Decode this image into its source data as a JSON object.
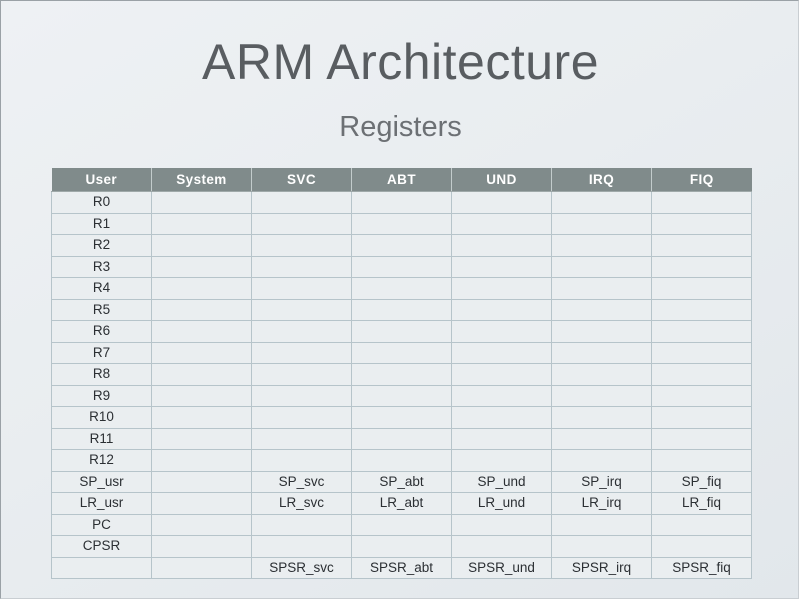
{
  "slide": {
    "title": "ARM Architecture",
    "subtitle": "Registers",
    "background_color": "#e9edf0",
    "title_color": "#595d61",
    "subtitle_color": "#6c7074"
  },
  "table": {
    "header_background": "#808b8b",
    "header_text_color": "#ffffff",
    "cell_background": "#eaeef0",
    "gridline_color": "#b6c4ca",
    "columns": [
      "User",
      "System",
      "SVC",
      "ABT",
      "UND",
      "IRQ",
      "FIQ"
    ],
    "rows": [
      [
        "R0",
        "",
        "",
        "",
        "",
        "",
        ""
      ],
      [
        "R1",
        "",
        "",
        "",
        "",
        "",
        ""
      ],
      [
        "R2",
        "",
        "",
        "",
        "",
        "",
        ""
      ],
      [
        "R3",
        "",
        "",
        "",
        "",
        "",
        ""
      ],
      [
        "R4",
        "",
        "",
        "",
        "",
        "",
        ""
      ],
      [
        "R5",
        "",
        "",
        "",
        "",
        "",
        ""
      ],
      [
        "R6",
        "",
        "",
        "",
        "",
        "",
        ""
      ],
      [
        "R7",
        "",
        "",
        "",
        "",
        "",
        ""
      ],
      [
        "R8",
        "",
        "",
        "",
        "",
        "",
        ""
      ],
      [
        "R9",
        "",
        "",
        "",
        "",
        "",
        ""
      ],
      [
        "R10",
        "",
        "",
        "",
        "",
        "",
        ""
      ],
      [
        "R11",
        "",
        "",
        "",
        "",
        "",
        ""
      ],
      [
        "R12",
        "",
        "",
        "",
        "",
        "",
        ""
      ],
      [
        "SP_usr",
        "",
        "SP_svc",
        "SP_abt",
        "SP_und",
        "SP_irq",
        "SP_fiq"
      ],
      [
        "LR_usr",
        "",
        "LR_svc",
        "LR_abt",
        "LR_und",
        "LR_irq",
        "LR_fiq"
      ],
      [
        "PC",
        "",
        "",
        "",
        "",
        "",
        ""
      ],
      [
        "CPSR",
        "",
        "",
        "",
        "",
        "",
        ""
      ],
      [
        "",
        "",
        "SPSR_svc",
        "SPSR_abt",
        "SPSR_und",
        "SPSR_irq",
        "SPSR_fiq"
      ]
    ]
  }
}
